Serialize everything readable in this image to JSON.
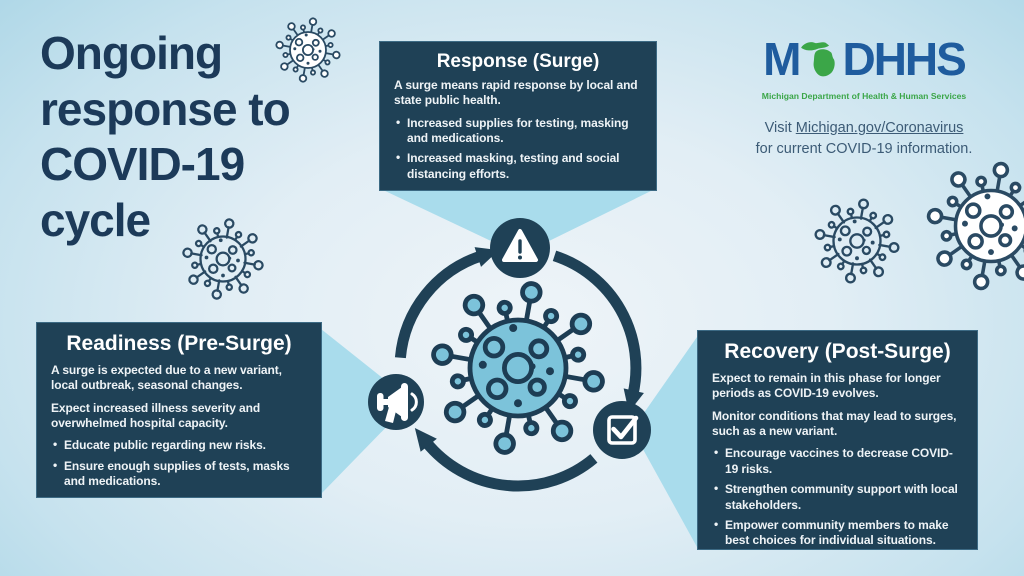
{
  "title": {
    "lines": [
      "Ongoing",
      "response to",
      "COVID-19",
      "cycle"
    ]
  },
  "logo": {
    "m": "M",
    "dhhs": "DHHS",
    "tagline": "Michigan Department of Health & Human Services",
    "visit_prefix": "Visit ",
    "visit_link": "Michigan.gov/Coronavirus",
    "visit_line2": "for current COVID-19 information."
  },
  "boxes": {
    "response": {
      "title": "Response (Surge)",
      "intro": "A surge means rapid response by local and state public health.",
      "bullets": [
        "Increased supplies for testing, masking and medications.",
        "Increased masking, testing and social distancing efforts."
      ]
    },
    "readiness": {
      "title": "Readiness (Pre-Surge)",
      "paragraphs": [
        "A surge is expected due to a new variant, local outbreak, seasonal changes.",
        "Expect increased illness severity and overwhelmed hospital capacity."
      ],
      "bullets": [
        "Educate public regarding new risks.",
        "Ensure enough supplies of tests, masks and medications."
      ]
    },
    "recovery": {
      "title": "Recovery (Post-Surge)",
      "paragraphs": [
        "Expect to remain in this phase for longer periods as COVID-19 evolves.",
        "Monitor conditions that may lead to surges, such as a new variant."
      ],
      "bullets": [
        "Encourage vaccines to decrease COVID-19 risks.",
        "Strengthen community support with local stakeholders.",
        "Empower community members to make best choices for individual situations."
      ]
    }
  },
  "cycle": {
    "icons": [
      "alert-triangle-icon",
      "checkbox-icon",
      "megaphone-icon"
    ],
    "center": "coronavirus-illustration"
  },
  "colors": {
    "navy": "#1f4156",
    "title_navy": "#1c3a59",
    "beam_blue": "#a9dcec",
    "virus_fill": "#7cc3da",
    "logo_blue": "#1f5c9e",
    "logo_green": "#3ba648",
    "link_slate": "#3c5b76",
    "background_edge": "#a7d4e5",
    "background_center": "#eef4f8"
  }
}
